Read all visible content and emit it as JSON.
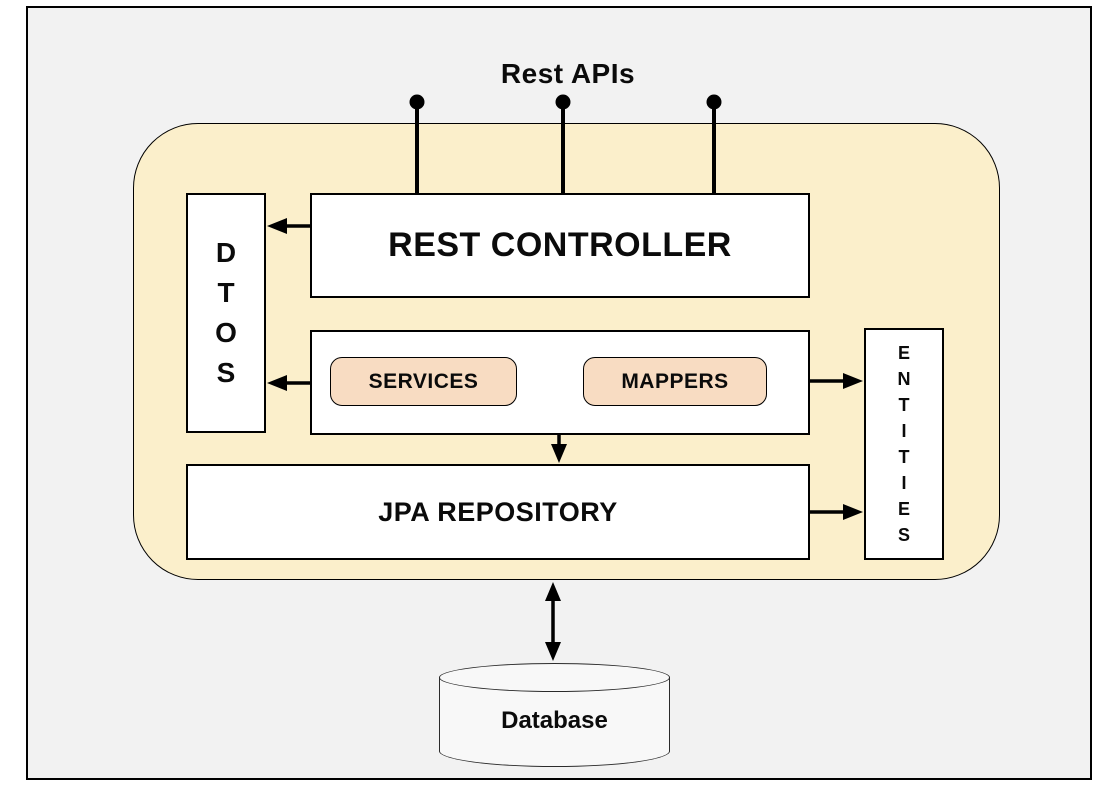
{
  "diagram": {
    "rest_apis_label": "Rest APIs",
    "nodes": {
      "dtos": {
        "letters": [
          "D",
          "T",
          "O",
          "S"
        ]
      },
      "rest_controller": {
        "label": "REST CONTROLLER"
      },
      "services": {
        "label": "SERVICES"
      },
      "mappers": {
        "label": "MAPPERS"
      },
      "jpa_repository": {
        "label": "JPA REPOSITORY"
      },
      "entities": {
        "letters": [
          "E",
          "N",
          "T",
          "I",
          "T",
          "I",
          "E",
          "S"
        ]
      },
      "database": {
        "label": "Database"
      }
    },
    "colors": {
      "canvas_bg": "#f2f2f2",
      "container_fill": "#fbefcb",
      "pill_fill": "#f8dcc2",
      "node_fill": "#ffffff",
      "db_fill": "#f8f8f8",
      "stroke": "#000000"
    }
  }
}
